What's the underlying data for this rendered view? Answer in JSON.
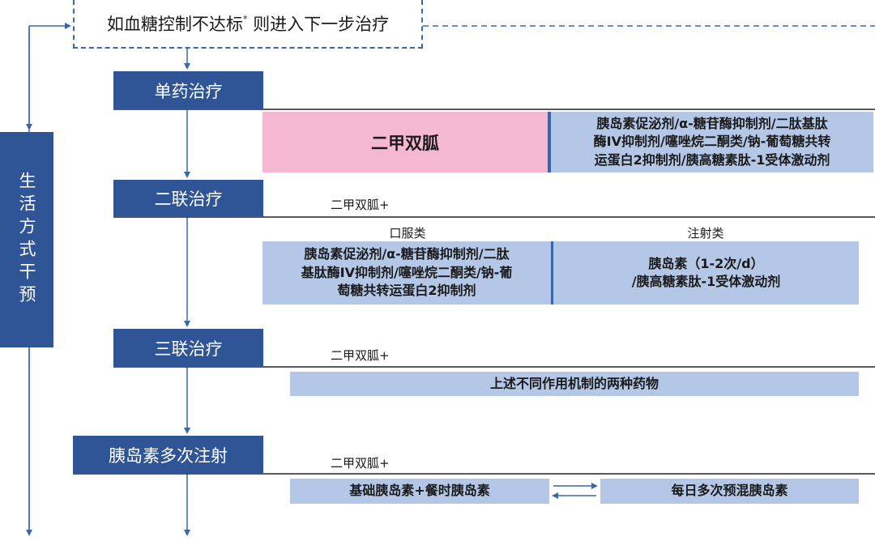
{
  "top_box": {
    "text": "如血糖控制不达标",
    "superscript": "*",
    "text_suffix": " 则进入下一步治疗"
  },
  "lifestyle": {
    "label": "生活方式干预"
  },
  "stages": {
    "mono": "单药治疗",
    "dual": "二联治疗",
    "triple": "三联治疗",
    "insulin_multi": "胰岛素多次注射"
  },
  "mono": {
    "primary": "二甲双胍",
    "alternatives": "胰岛素促泌剂/α-糖苷酶抑制剂/二肽基肽\n酶IV抑制剂/噻唑烷二酮类/钠-葡萄糖共转\n运蛋白2抑制剂/胰高糖素肽-1受体激动剂"
  },
  "dual": {
    "base": "二甲双胍+",
    "oral_header": "口服类",
    "injection_header": "注射类",
    "oral": "胰岛素促泌剂/α-糖苷酶抑制剂/二肽\n基肽酶IV抑制剂/噻唑烷二酮类/钠-葡\n萄糖共转运蛋白2抑制剂",
    "injection": "胰岛素（1-2次/d）\n/胰高糖素肽-1受体激动剂"
  },
  "triple": {
    "base": "二甲双胍+",
    "option": "上述不同作用机制的两种药物"
  },
  "insulin": {
    "base": "二甲双胍+",
    "basal_bolus": "基础胰岛素+餐时胰岛素",
    "premix": "每日多次预混胰岛素"
  },
  "colors": {
    "dark_blue": "#2f5597",
    "light_blue": "#b4c7e7",
    "pink": "#f4b8d2",
    "arrow": "#3a66a8"
  }
}
